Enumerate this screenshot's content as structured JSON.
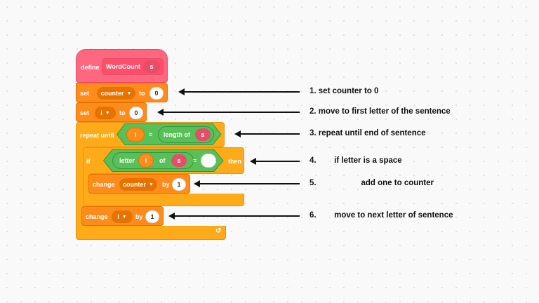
{
  "blocks": {
    "define": {
      "keyword": "define",
      "name": "WordCount",
      "param": "s"
    },
    "set_counter": {
      "keyword": "set",
      "variable": "counter",
      "to": "to",
      "value": "0"
    },
    "set_i": {
      "keyword": "set",
      "variable": "i",
      "to": "to",
      "value": "0"
    },
    "repeat_until": {
      "keyword": "repeat until",
      "var": "i",
      "eq": "=",
      "length_of": "length of",
      "arg": "s"
    },
    "if": {
      "keyword": "if",
      "letter": "letter",
      "var": "i",
      "of": "of",
      "arg": "s",
      "eq": "=",
      "then": "then"
    },
    "change_counter": {
      "keyword": "change",
      "variable": "counter",
      "by": "by",
      "value": "1"
    },
    "change_i": {
      "keyword": "change",
      "variable": "i",
      "by": "by",
      "value": "1"
    },
    "loop_icon": "↺"
  },
  "annotations": [
    "1. set counter to 0",
    "2. move to first letter of the sentence",
    "3. repeat until end of sentence",
    "4.        if letter is a space",
    "5.                    add one to counter",
    "6.        move to next letter of sentence"
  ],
  "colors": {
    "define": "#ff6680",
    "variables": "#ff8c1a",
    "control": "#ffab19",
    "operators": "#59c059",
    "background": "#f9f9f9"
  }
}
